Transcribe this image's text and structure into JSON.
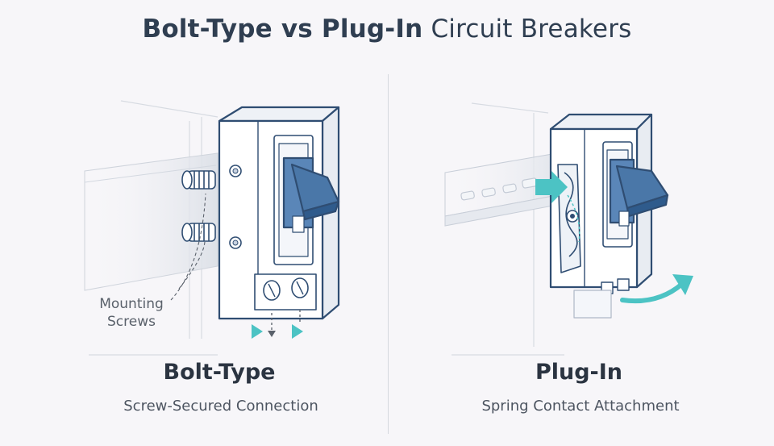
{
  "title": {
    "bold": "Bolt-Type vs Plug-In",
    "light": "Circuit Breakers"
  },
  "left": {
    "heading": "Bolt-Type",
    "subtitle": "Screw-Secured Connection",
    "callout_line1": "Mounting",
    "callout_line2": "Screws"
  },
  "right": {
    "heading": "Plug-In",
    "subtitle": "Spring Contact Attachment"
  },
  "colors": {
    "outline": "#2f4d72",
    "switch_blue": "#4a77a8",
    "accent_teal": "#4cc3c4",
    "text_dark": "#2b3441"
  }
}
